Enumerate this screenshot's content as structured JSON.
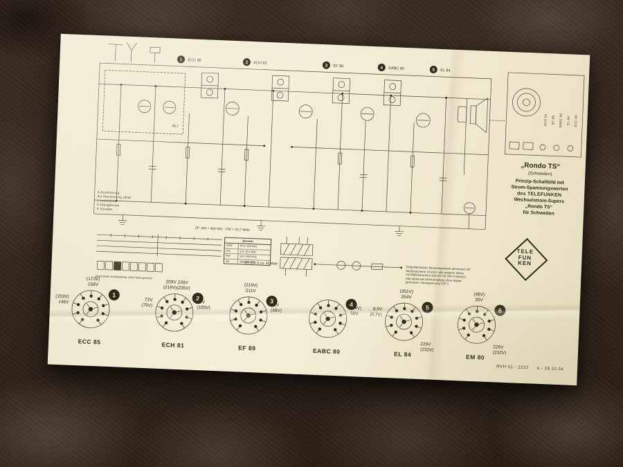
{
  "colors": {
    "paper": "#f1ead3",
    "ink": "#3b3526",
    "carpet": "#2e241d"
  },
  "document": {
    "title_block": {
      "lines": [
        "„Rondo TS“",
        "(Schweden)",
        "Prinzip-Schaltbild mit",
        "Strom-Spannungswerten",
        "des TELEFUNKEN",
        "Wechselstrom-Supers",
        "„Rondo TS“",
        "für Schweden"
      ]
    },
    "logo": {
      "lines": [
        "TELE",
        "FUN",
        "KEN"
      ]
    },
    "doc_number": "RVH 51 - 2237",
    "doc_date": "o - 19.10.54"
  },
  "schematic": {
    "callouts": [
      {
        "number": "1",
        "label": "ECC 85"
      },
      {
        "number": "2",
        "label": "ECH 81"
      },
      {
        "number": "3",
        "label": "EF 89"
      },
      {
        "number": "4",
        "label": "EABC 80"
      },
      {
        "number": "5",
        "label": "EL 84"
      }
    ],
    "legend": [
      "A   Abstimmung",
      "AU  Abstimmung UKW",
      "L   Lautstärke",
      "K   Klangblende",
      "S   Schalter"
    ],
    "al_label": "ALI",
    "if_note": "ZF: AM = 460 kHz · FM = 10,7 MHz",
    "power_note": "Bei 220 V ca. 45 Watt",
    "switch_note": "gezeichnete Schaltstellung: UKW-Taste gedrückt",
    "band_table": {
      "header": "Bereich",
      "rows": [
        [
          "UKW",
          "87,5–100 MHz"
        ],
        [
          "KW",
          "5,9–15,6 MHz"
        ],
        [
          "MW",
          "510–1620 kHz"
        ],
        [
          "LW",
          "150–305 kHz"
        ]
      ]
    },
    "chassis_tubes": [
      "ECH 81",
      "EF 89",
      "EABC 80",
      "EL 84",
      "ECC 85"
    ],
    "notes": [
      "Eingeklammerte Spannungswerte gemessen mit",
      "Meßinstrument 10 kΩ/V, alle anderen Werte",
      "mit Meßinstrument 333 Ω/V im 300-V-Bereich.",
      "Alle Werte bei UKW-Empfang ohne Signal",
      "gemessen. Netzspannung 220 V."
    ]
  },
  "tubes": [
    {
      "number": "1",
      "name": "ECC 85",
      "volts": [
        {
          "side": "top",
          "lines": [
            "(173V)",
            "158V"
          ]
        },
        {
          "side": "left",
          "lines": [
            "(153V)",
            "146V"
          ]
        }
      ]
    },
    {
      "number": "2",
      "name": "ECH 81",
      "volts": [
        {
          "side": "top",
          "lines": [
            "209V 226V",
            "(219V)(235V)"
          ]
        },
        {
          "side": "left",
          "lines": [
            "72V",
            "(79V)"
          ]
        },
        {
          "side": "right",
          "lines": [
            "91V",
            "(100V)"
          ]
        }
      ]
    },
    {
      "number": "3",
      "name": "EF 89",
      "volts": [
        {
          "side": "top",
          "lines": [
            "(219V)",
            "211V"
          ]
        },
        {
          "side": "right",
          "lines": [
            "42V",
            "(48V)"
          ]
        }
      ]
    },
    {
      "number": "4",
      "name": "EABC 80",
      "volts": [
        {
          "side": "right",
          "lines": [
            "(84V)",
            "50V"
          ]
        }
      ]
    },
    {
      "number": "5",
      "name": "EL 84",
      "volts": [
        {
          "side": "top",
          "lines": [
            "(261V)",
            "254V"
          ]
        },
        {
          "side": "left",
          "lines": [
            "8,9V",
            "(8,7V)"
          ]
        },
        {
          "side": "bottomright",
          "lines": [
            "226V",
            "(232V)"
          ]
        }
      ]
    },
    {
      "number": "6",
      "name": "EM 80",
      "volts": [
        {
          "side": "top",
          "lines": [
            "(48V)",
            "30V"
          ]
        },
        {
          "side": "bottomright",
          "lines": [
            "226V",
            "(232V)"
          ]
        }
      ]
    }
  ]
}
